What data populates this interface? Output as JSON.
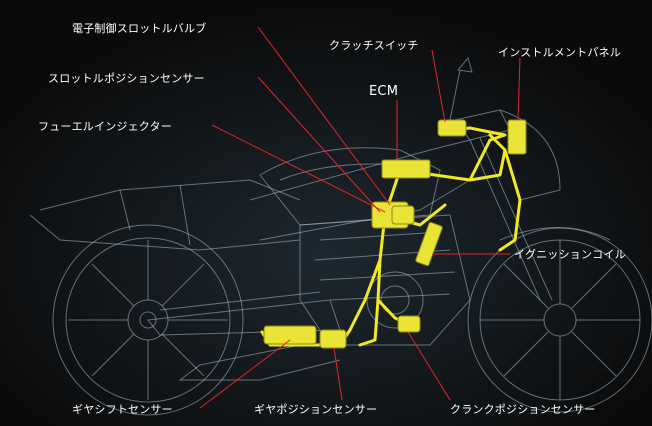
{
  "colors": {
    "background": "#0a0a0a",
    "leader_line": "#e0262b",
    "harness": "#f1ea1f",
    "component": "#e9e436",
    "bike_wire": "#a9bccb"
  },
  "labels": {
    "throttle_valve": "電子制御スロットルバルブ",
    "clutch_switch": "クラッチスイッチ",
    "instrument_panel": "インストルメントパネル",
    "throttle_position_sensor": "スロットルポジションセンサー",
    "ecm": "ECM",
    "fuel_injector": "フューエルインジェクター",
    "ignition_coil": "イグニッションコイル",
    "gear_shift_sensor": "ギヤシフトセンサー",
    "gear_position_sensor": "ギヤポジションセンサー",
    "crank_position_sensor": "クランクポジションセンサー"
  }
}
